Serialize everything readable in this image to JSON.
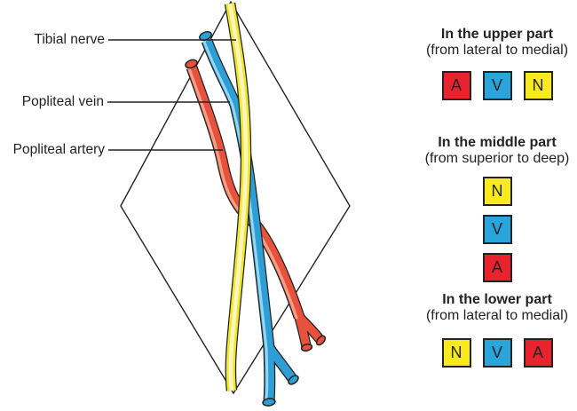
{
  "figure": {
    "labels": [
      {
        "text": "Tibial nerve"
      },
      {
        "text": "Popliteal vein"
      },
      {
        "text": "Popliteal artery"
      }
    ]
  },
  "colors": {
    "artery": "#E8232E",
    "vein": "#2AA5DC",
    "nerve": "#F8EA1C",
    "artery_tube": "#E8513C",
    "artery_highlight": "#F59E85",
    "vein_tube": "#2E9FD6",
    "vein_highlight": "#97D5F0",
    "nerve_tube": "#F3E72E",
    "nerve_highlight": "#FBF6BE",
    "outline": "#232323",
    "text": "#232323"
  },
  "legend": {
    "sections": [
      {
        "title": "In the upper part",
        "subtitle": "(from lateral to medial)",
        "layout": "row",
        "boxes": [
          {
            "letter": "A",
            "color": "artery"
          },
          {
            "letter": "V",
            "color": "vein"
          },
          {
            "letter": "N",
            "color": "nerve"
          }
        ]
      },
      {
        "title": "In the middle part",
        "subtitle": "(from superior to deep)",
        "layout": "column",
        "boxes": [
          {
            "letter": "N",
            "color": "nerve"
          },
          {
            "letter": "V",
            "color": "vein"
          },
          {
            "letter": "A",
            "color": "artery"
          }
        ]
      },
      {
        "title": "In the lower part",
        "subtitle": "(from lateral to medial)",
        "layout": "row",
        "boxes": [
          {
            "letter": "N",
            "color": "nerve"
          },
          {
            "letter": "V",
            "color": "vein"
          },
          {
            "letter": "A",
            "color": "artery"
          }
        ]
      }
    ]
  }
}
